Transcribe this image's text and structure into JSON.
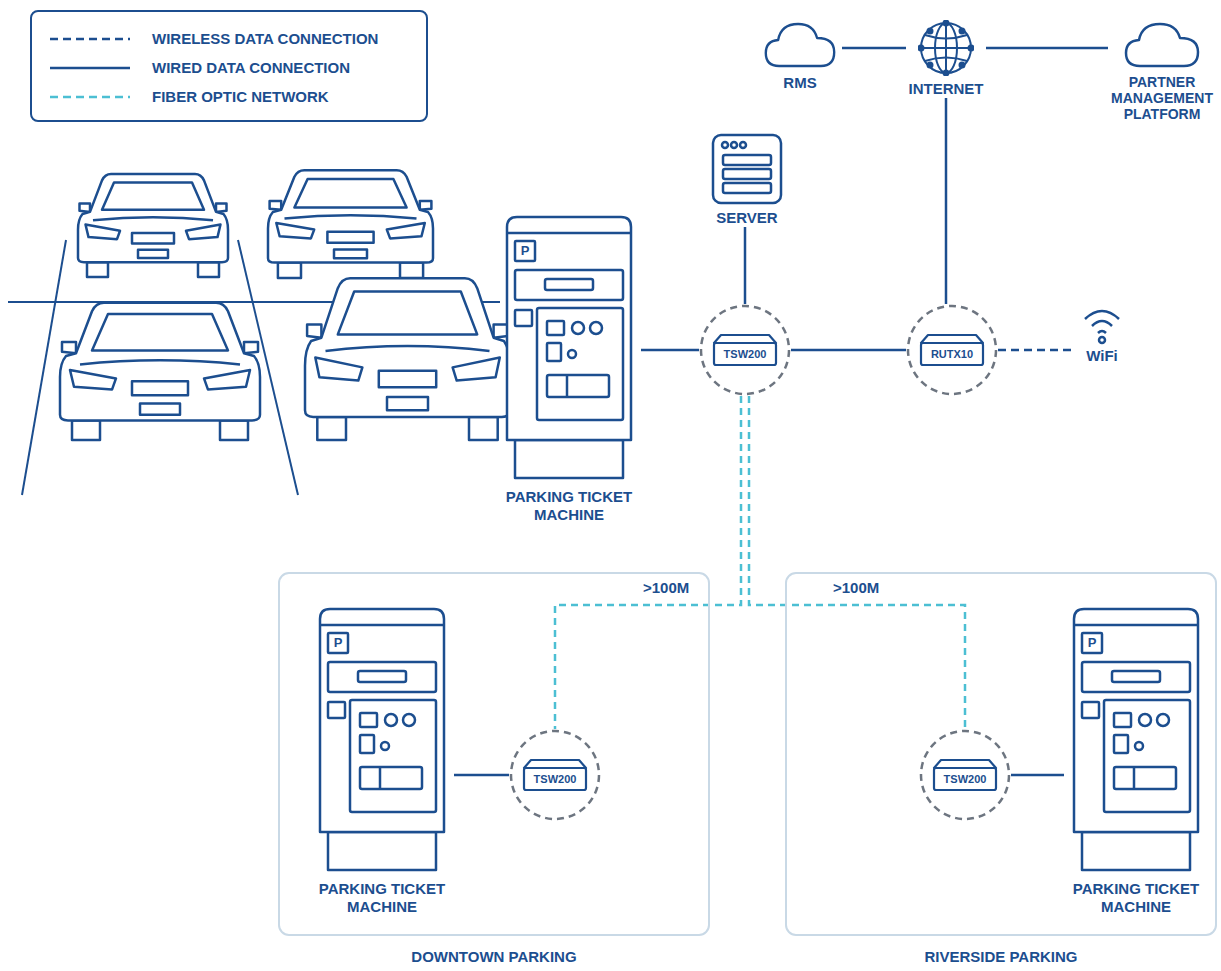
{
  "diagram": {
    "nodes": [
      {
        "text": [
          "P",
          "PARKING TICKET MACHINE"
        ]
      },
      {
        "text": [
          "SERVER"
        ]
      },
      {
        "text": [
          "TSW200"
        ]
      },
      {
        "text": [
          "RUTX10"
        ]
      },
      {
        "text": [
          "WiFi"
        ]
      },
      {
        "text": [
          "RMS"
        ]
      },
      {
        "text": [
          "INTERNET"
        ]
      },
      {
        "text": [
          "PARTNER MANAGEMENT PLATFORM"
        ]
      },
      {
        "text": [
          "DOWNTOWN PARKING"
        ]
      },
      {
        "text": [
          "P",
          "PARKING TICKET MACHINE"
        ],
        "in": 8
      },
      {
        "text": [
          "TSW200"
        ],
        "in": 8
      },
      {
        "text": [
          "RIVERSIDE PARKING"
        ]
      },
      {
        "text": [
          "TSW200"
        ],
        "in": 11
      },
      {
        "text": [
          "P",
          "PARKING TICKET MACHINE"
        ],
        "in": 11
      }
    ],
    "edges": [
      {
        "from": 0,
        "to": 2,
        "arrow": "none"
      },
      {
        "from": 1,
        "to": 2,
        "arrow": "none"
      },
      {
        "from": 2,
        "to": 3,
        "arrow": "none"
      },
      {
        "from": 3,
        "to": 4,
        "arrow": "none"
      },
      {
        "from": 3,
        "to": 6,
        "arrow": "none"
      },
      {
        "from": 5,
        "to": 6,
        "arrow": "none"
      },
      {
        "from": 6,
        "to": 7,
        "arrow": "none"
      },
      {
        "from": 2,
        "to": 10,
        "label": ">100M",
        "arrow": "none"
      },
      {
        "from": 2,
        "to": 12,
        "label": ">100M",
        "arrow": "none"
      },
      {
        "from": 9,
        "to": 10,
        "arrow": "none"
      },
      {
        "from": 12,
        "to": 13,
        "arrow": "none"
      }
    ],
    "legend": [
      {
        "text": "WIRELESS DATA CONNECTION"
      },
      {
        "text": "WIRED DATA CONNECTION"
      },
      {
        "text": "FIBER OPTIC NETWORK"
      }
    ]
  }
}
